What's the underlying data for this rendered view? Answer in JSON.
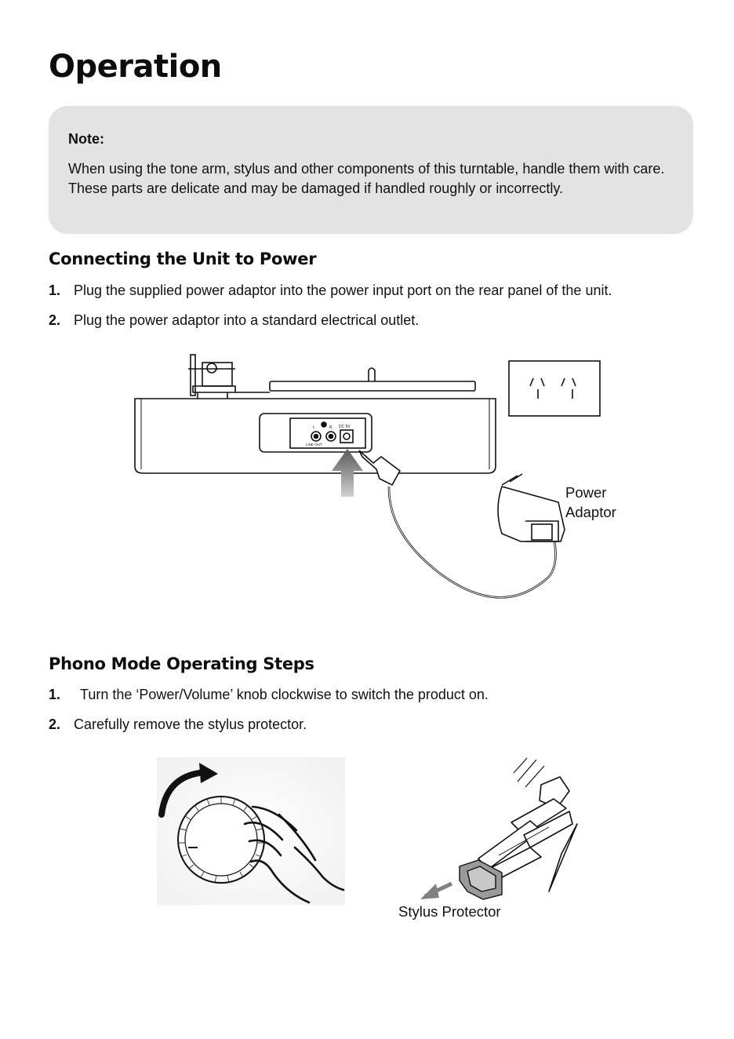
{
  "page": {
    "title": "Operation"
  },
  "note": {
    "heading": "Note:",
    "body": "When using the tone arm, stylus and other components of this turntable, handle them with care. These parts are delicate and may be damaged if handled roughly or incorrectly."
  },
  "section_power": {
    "heading": "Connecting the Unit to Power",
    "steps": [
      {
        "num": "1.",
        "text": "Plug the supplied power adaptor into the power input port on the rear panel of the unit."
      },
      {
        "num": "2.",
        "text": "Plug the power adaptor into a standard electrical outlet."
      }
    ],
    "figure": {
      "adaptor_label_line1": "Power",
      "adaptor_label_line2": "Adaptor",
      "port_label_l": "L",
      "port_label_r": "R",
      "port_label_dc": "DC 5V",
      "port_label_lineout": "LINE OUT"
    }
  },
  "section_phono": {
    "heading": "Phono Mode Operating Steps",
    "steps": [
      {
        "num": "1.",
        "text": "Turn the ‘Power/Volume’ knob clockwise to switch the product on."
      },
      {
        "num": "2.",
        "text": "Carefully remove the stylus protector."
      }
    ],
    "figure": {
      "stylus_label": "Stylus Protector"
    }
  }
}
